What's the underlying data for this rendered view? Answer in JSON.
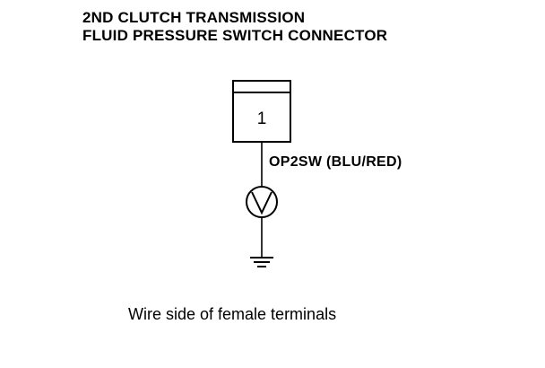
{
  "title": {
    "line1": "2ND CLUTCH TRANSMISSION",
    "line2": "FLUID PRESSURE SWITCH CONNECTOR"
  },
  "connector": {
    "pin_label": "1"
  },
  "wire_label": "OP2SW (BLU/RED)",
  "caption": "Wire side of female terminals",
  "icons": [
    "voltmeter-icon",
    "ground-icon"
  ]
}
